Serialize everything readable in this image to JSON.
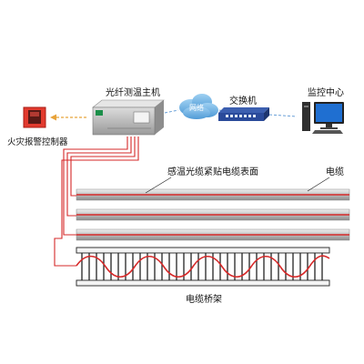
{
  "labels": {
    "host": "光纤测温主机",
    "switch": "交换机",
    "monitor": "监控中心",
    "network": "网络",
    "fire_panel": "火灾报警控制器",
    "sensing_fiber": "感温光缆紧贴电缆表面",
    "cable": "电缆",
    "tray": "电缆桥架"
  },
  "colors": {
    "fiber": "#d62828",
    "cable_body": "#c9c9c9",
    "link": "#6aa0d8",
    "arrow": "#e8a33a",
    "tray": "#222222"
  }
}
